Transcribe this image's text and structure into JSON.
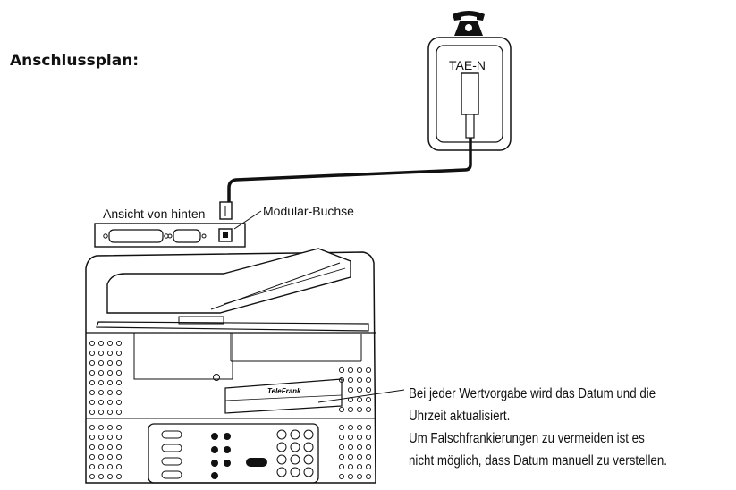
{
  "title": "Anschlussplan:",
  "labels": {
    "tae": "TAE-N",
    "rear_view": "Ansicht von hinten",
    "modular_jack": "Modular-Buchse",
    "brand": "TeleFrank"
  },
  "note": {
    "lines": [
      "Bei jeder Wertvorgabe wird das Datum und die",
      "Uhrzeit aktualisiert.",
      "Um Falschfrankierungen zu vermeiden ist es",
      "nicht möglich, dass Datum manuell zu verstellen."
    ]
  },
  "icons": {
    "phone": "telephone-icon"
  }
}
